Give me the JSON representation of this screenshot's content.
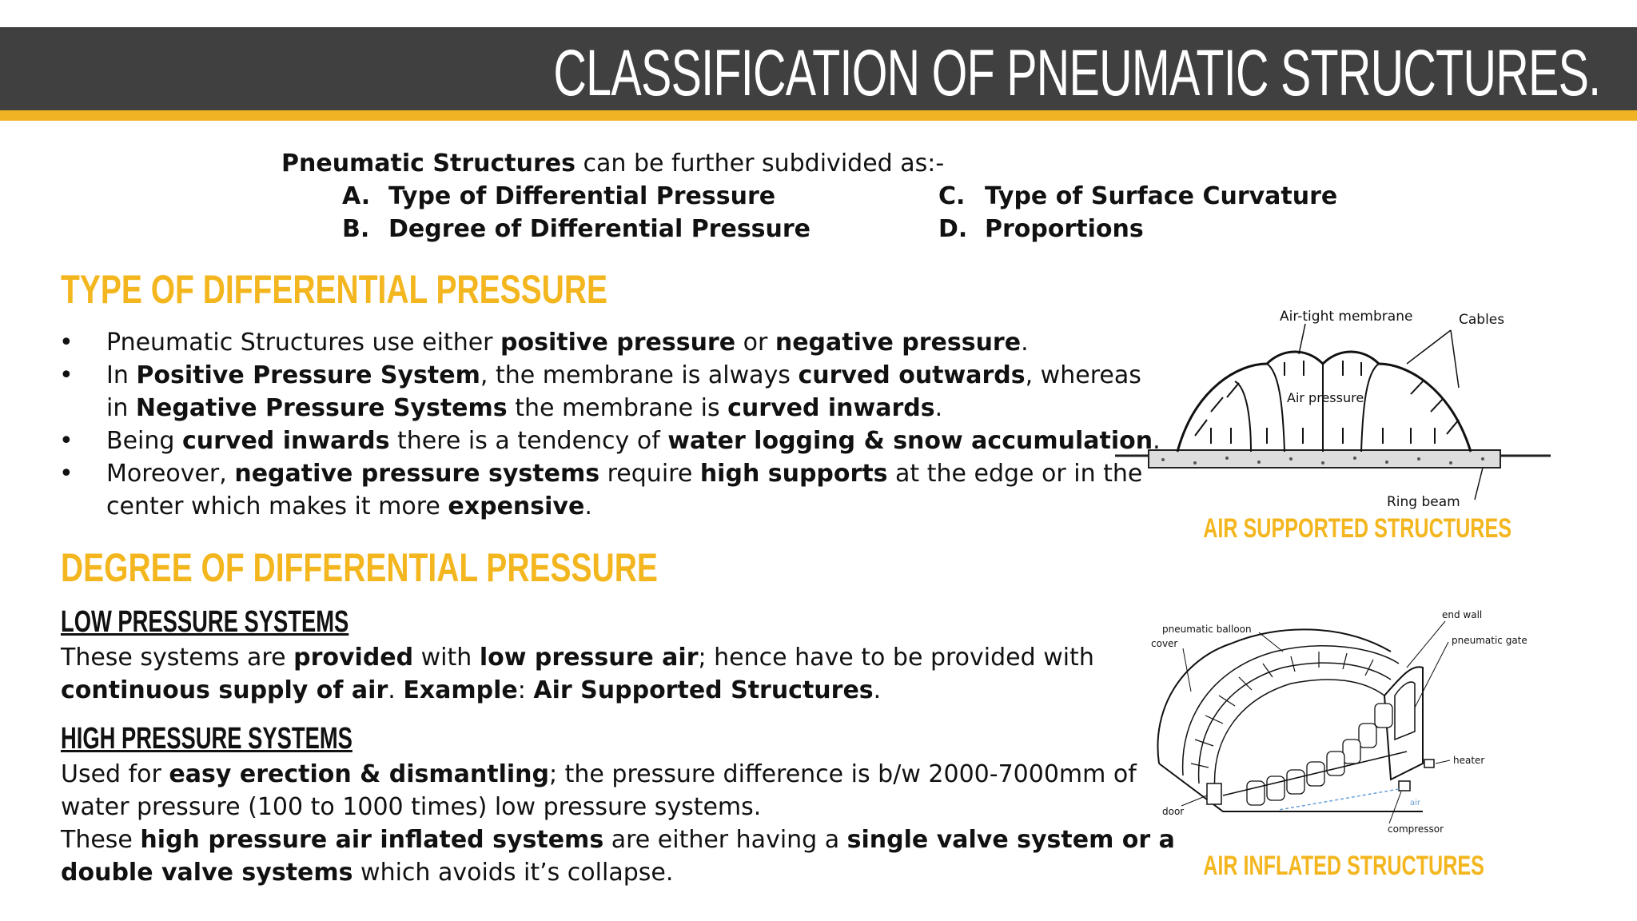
{
  "header": {
    "title": "CLASSIFICATION OF PNEUMATIC STRUCTURES."
  },
  "intro": {
    "lead_bold": "Pneumatic Structures",
    "lead_rest": " can be further subdivided as:-",
    "items": [
      {
        "letter": "A.",
        "label": "Type of Differential Pressure"
      },
      {
        "letter": "B.",
        "label": "Degree of Differential Pressure"
      },
      {
        "letter": "C.",
        "label": "Type of Surface Curvature"
      },
      {
        "letter": "D.",
        "label": "Proportions"
      }
    ]
  },
  "section1": {
    "heading": "TYPE OF DIFFERENTIAL PRESSURE",
    "bullet_symbol": "•",
    "b1": {
      "t1": "Pneumatic Structures use either ",
      "b1": "positive pressure",
      "t2": " or ",
      "b2": "negative pressure",
      "t3": "."
    },
    "b2_line1": {
      "t1": "In ",
      "b1": "Positive Pressure System",
      "t2": ", the membrane is always ",
      "b2": "curved outwards",
      "t3": ", whereas"
    },
    "b2_line2": {
      "t1": "in ",
      "b1": "Negative Pressure Systems",
      "t2": " the membrane is ",
      "b2": "curved inwards",
      "t3": "."
    },
    "b3": {
      "t1": "Being ",
      "b1": "curved inwards",
      "t2": " there is a tendency of ",
      "b2": "water logging & snow accumulation",
      "t3": "."
    },
    "b4_line1": {
      "t1": "Moreover, ",
      "b1": "negative pressure systems",
      "t2": " require ",
      "b2": "high supports",
      "t3": " at the edge or in the"
    },
    "b4_line2": {
      "t1": "center which makes it more ",
      "b1": "expensive",
      "t2": "."
    }
  },
  "section2": {
    "heading": "DEGREE OF DIFFERENTIAL PRESSURE",
    "low": {
      "heading": "LOW PRESSURE SYSTEMS",
      "line1": {
        "t1": "These systems are ",
        "b1": "provided",
        "t2": " with ",
        "b2": "low pressure air",
        "t3": "; hence have to be provided with"
      },
      "line2": {
        "b1": "continuous supply of air",
        "t1": ".  ",
        "b2": "Example",
        "t2": ": ",
        "b3": "Air Supported Structures",
        "t3": "."
      }
    },
    "high": {
      "heading": "HIGH PRESSURE SYSTEMS",
      "line1": {
        "t1": "Used for ",
        "b1": "easy erection & dismantling",
        "t2": "; the pressure difference is b/w 2000-7000mm of"
      },
      "line2": {
        "t1": "water pressure (100 to 1000 times) low pressure systems."
      },
      "line3": {
        "t1": "These ",
        "b1": "high pressure air inflated systems",
        "t2": " are either having a ",
        "b2": "single valve system or a"
      },
      "line4": {
        "b1": "double valve systems",
        "t1": " which avoids it’s collapse."
      }
    }
  },
  "figure1": {
    "caption": "AIR SUPPORTED STRUCTURES",
    "labels": {
      "membrane": "Air-tight membrane",
      "cables": "Cables",
      "air": "Air pressure",
      "ring": "Ring beam"
    }
  },
  "figure2": {
    "caption": "AIR INFLATED STRUCTURES",
    "labels": {
      "balloon": "pneumatic balloon",
      "cover": "cover",
      "end_wall": "end wall",
      "gate": "pneumatic gate",
      "heater": "heater",
      "door": "door",
      "compressor": "compressor",
      "air": "air"
    }
  }
}
